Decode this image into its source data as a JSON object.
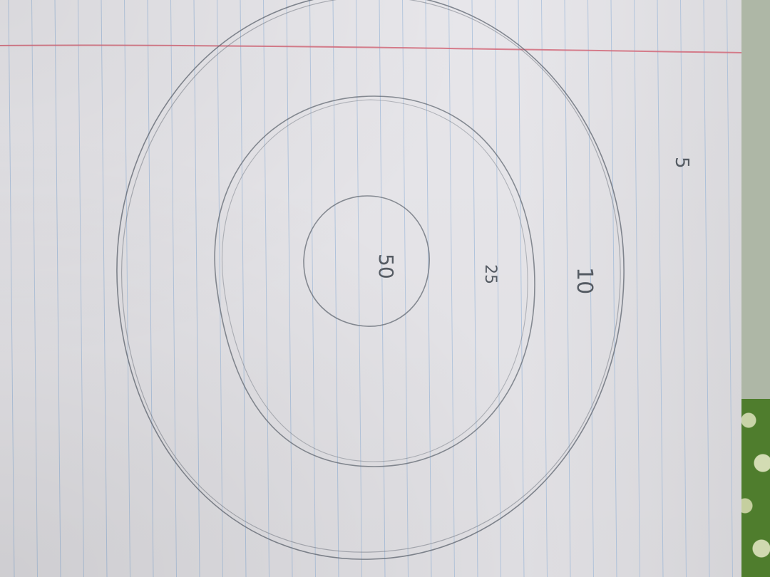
{
  "photo": {
    "subject": "",
    "labels": [
      {
        "id": "inner",
        "text": "50"
      },
      {
        "id": "middle",
        "text": "25"
      },
      {
        "id": "outer",
        "text": "10"
      },
      {
        "id": "outside",
        "text": "5"
      }
    ]
  },
  "colors": {
    "paper": "#e7e6ea",
    "rule_line": "#8fb0d6",
    "margin_line": "#d26a7a",
    "pencil": "#5f6670"
  }
}
